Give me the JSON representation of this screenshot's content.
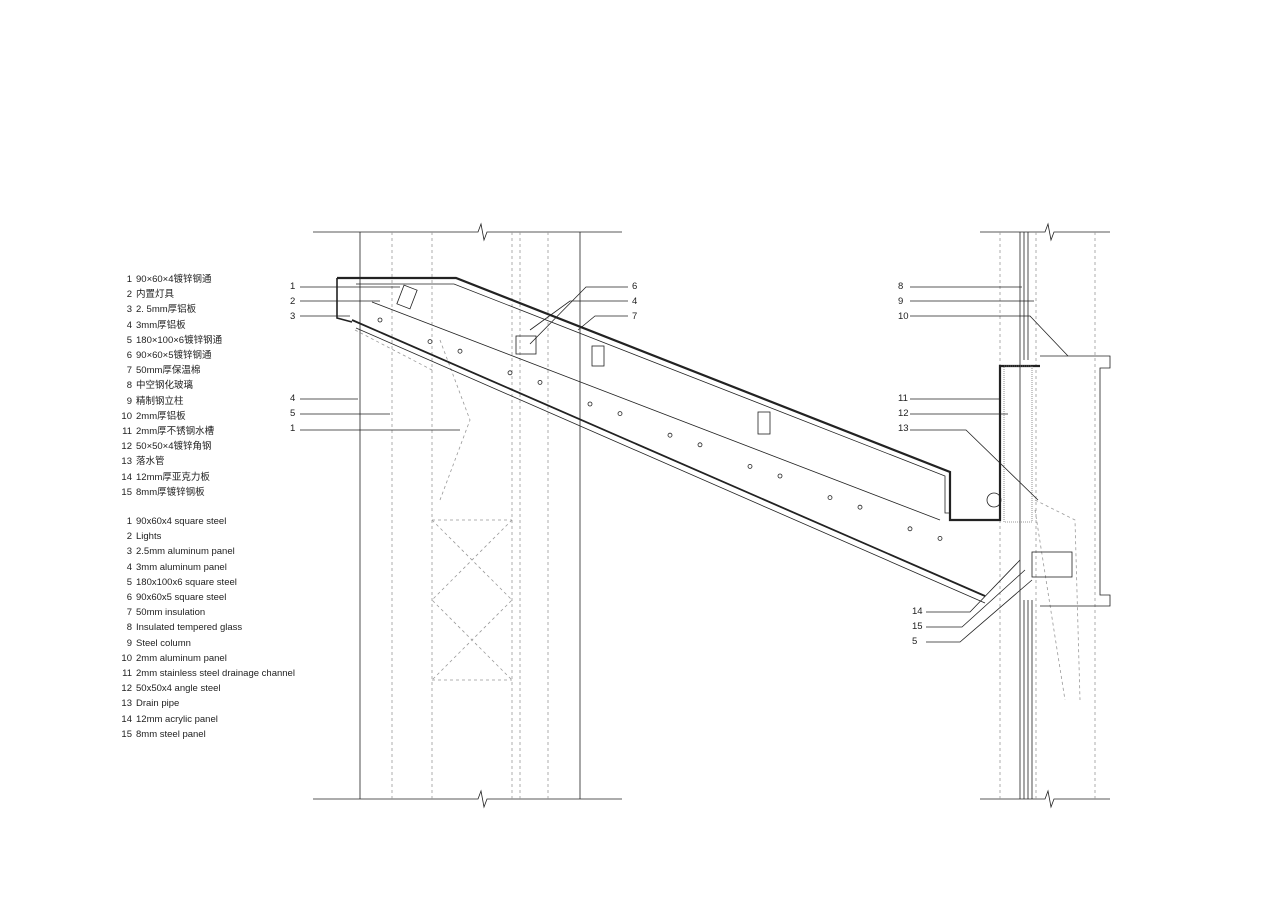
{
  "legend_cn": [
    {
      "n": "1",
      "t": "90×60×4镀锌钢通"
    },
    {
      "n": "2",
      "t": "内置灯具"
    },
    {
      "n": "3",
      "t": "2. 5mm厚铝板"
    },
    {
      "n": "4",
      "t": "3mm厚铝板"
    },
    {
      "n": "5",
      "t": "180×100×6镀锌钢通"
    },
    {
      "n": "6",
      "t": "90×60×5镀锌钢通"
    },
    {
      "n": "7",
      "t": "50mm厚保温棉"
    },
    {
      "n": "8",
      "t": "中空钢化玻璃"
    },
    {
      "n": "9",
      "t": "精制钢立柱"
    },
    {
      "n": "10",
      "t": "2mm厚铝板"
    },
    {
      "n": "11",
      "t": "2mm厚不锈钢水槽"
    },
    {
      "n": "12",
      "t": "50×50×4镀锌角钢"
    },
    {
      "n": "13",
      "t": "落水管"
    },
    {
      "n": "14",
      "t": "12mm厚亚克力板"
    },
    {
      "n": "15",
      "t": "8mm厚镀锌钢板"
    }
  ],
  "legend_en": [
    {
      "n": "1",
      "t": "90x60x4 square steel"
    },
    {
      "n": "2",
      "t": "Lights"
    },
    {
      "n": "3",
      "t": "2.5mm aluminum panel"
    },
    {
      "n": "4",
      "t": "3mm aluminum panel"
    },
    {
      "n": "5",
      "t": "180x100x6 square steel"
    },
    {
      "n": "6",
      "t": "90x60x5 square steel"
    },
    {
      "n": "7",
      "t": "50mm insulation"
    },
    {
      "n": "8",
      "t": "Insulated tempered glass"
    },
    {
      "n": "9",
      "t": "Steel column"
    },
    {
      "n": "10",
      "t": "2mm aluminum panel"
    },
    {
      "n": "11",
      "t": "2mm stainless steel drainage channel"
    },
    {
      "n": "12",
      "t": "50x50x4 angle steel"
    },
    {
      "n": "13",
      "t": "Drain pipe"
    },
    {
      "n": "14",
      "t": "12mm acrylic panel"
    },
    {
      "n": "15",
      "t": "8mm steel panel"
    }
  ],
  "callouts": {
    "left_top": [
      "1",
      "2",
      "3"
    ],
    "left_mid": [
      "4",
      "5",
      "1"
    ],
    "center": [
      "6",
      "4",
      "7"
    ],
    "right_top": [
      "8",
      "9",
      "10"
    ],
    "right_mid": [
      "11",
      "12",
      "13"
    ],
    "right_bot": [
      "14",
      "15",
      "5"
    ]
  }
}
